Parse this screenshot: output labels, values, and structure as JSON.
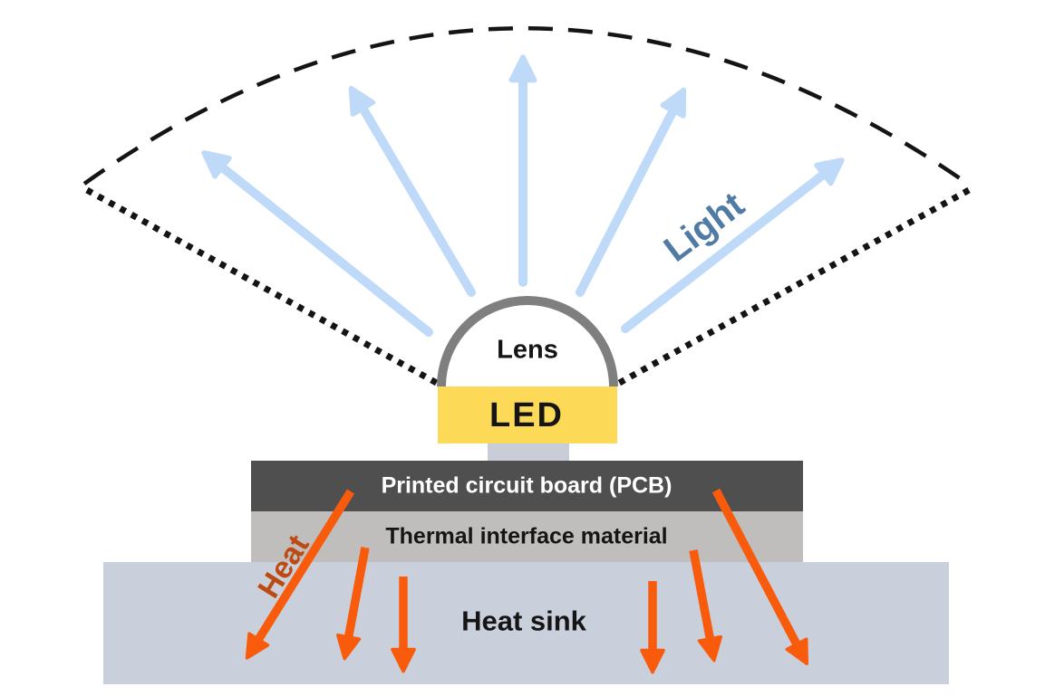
{
  "diagram": {
    "labels": {
      "lens": "Lens",
      "led": "LED",
      "pcb": "Printed circuit board (PCB)",
      "tim": "Thermal interface material",
      "heat_sink": "Heat sink",
      "light": "Light",
      "heat": "Heat"
    },
    "colors": {
      "led_fill": "#FCD957",
      "pcb_fill": "#4F4F4F",
      "tim_fill": "#BFBEBC",
      "heat_sink_fill": "#C9D0DC",
      "connector_fill": "#C8CDD8",
      "lens_stroke": "#7F7F7F",
      "light_arrow": "#BEDAF8",
      "light_text": "#4F7BA5",
      "heat_arrow": "#F95B0C",
      "heat_text": "#BC4A12",
      "fan_outline": "#141414"
    }
  }
}
